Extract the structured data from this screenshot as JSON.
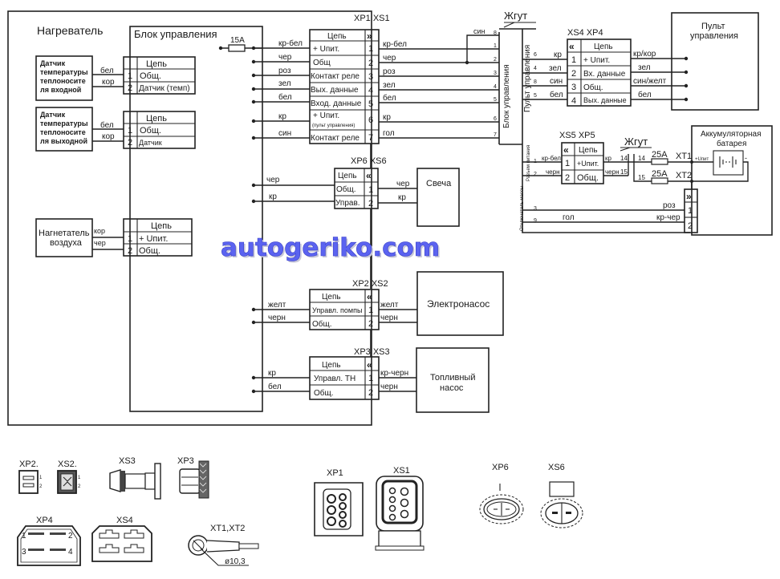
{
  "heater": {
    "title": "Нагреватель",
    "control_block_title": "Блок управления",
    "fuse_main": "15A",
    "sensor_in": {
      "label": [
        "Датчик",
        "температуры",
        "теплоносите",
        "ля входной"
      ],
      "wires": [
        "бел",
        "кор"
      ],
      "header": "Цепь",
      "rows": [
        {
          "pin": "1",
          "name": "Общ."
        },
        {
          "pin": "2",
          "name": "Датчик (темп)"
        }
      ]
    },
    "sensor_out": {
      "label": [
        "Датчик",
        "температуры",
        "теплоносите",
        "ля выходной"
      ],
      "wires": [
        "бел",
        "кор"
      ],
      "header": "Цепь",
      "rows": [
        {
          "pin": "1",
          "name": "Общ."
        },
        {
          "pin": "2",
          "name": "Датчик"
        }
      ]
    },
    "blower": {
      "label": [
        "Нагнетатель",
        "воздуха"
      ],
      "wires": [
        "кор",
        "чер"
      ],
      "header": "Цепь",
      "rows": [
        {
          "pin": "1",
          "name": "+ Uпит."
        },
        {
          "pin": "2",
          "name": "Общ."
        }
      ]
    }
  },
  "xp1_xs1": {
    "label": "XP1  XS1",
    "header": "Цепь",
    "rows": [
      {
        "pin": "1",
        "name": "+ Uпит.",
        "sub": "",
        "left_wire": "кр-бел",
        "right_wire": "кр-бел"
      },
      {
        "pin": "2",
        "name": "Общ",
        "sub": "",
        "left_wire": "чер",
        "right_wire": "чер"
      },
      {
        "pin": "3",
        "name": "Контакт реле",
        "sub": "",
        "left_wire": "роз",
        "right_wire": "роз"
      },
      {
        "pin": "4",
        "name": "Вых. данные",
        "sub": "",
        "left_wire": "зел",
        "right_wire": "зел"
      },
      {
        "pin": "5",
        "name": "Вход. данные",
        "sub": "",
        "left_wire": "бел",
        "right_wire": "бел"
      },
      {
        "pin": "6",
        "name": "+ Uпит.",
        "sub": "(пульт управления)",
        "left_wire": "кр",
        "right_wire": "кр"
      },
      {
        "pin": "7",
        "name": "Контакт реле",
        "sub": "",
        "left_wire": "син",
        "right_wire": "гол"
      }
    ]
  },
  "harness": {
    "title": "Жгут",
    "block_label": "Блок управления",
    "panel_label": "Пульт управления",
    "power_label": "Разъем питания",
    "relay_label": "Отключатель массы",
    "left_pins": [
      "8",
      "1",
      "2",
      "3",
      "4",
      "5",
      "6",
      "7"
    ],
    "wire_8": "син",
    "right_pins_panel": [
      "6",
      "4",
      "8",
      "5"
    ],
    "right_pins_power": [
      "1",
      "2"
    ],
    "right_pins_relay": [
      "3",
      "9"
    ]
  },
  "xs4_xp4": {
    "label": "XS4  XP4",
    "header": "Цепь",
    "rows": [
      {
        "pin": "1",
        "name": "+ Uпит.",
        "left_wire": "кр",
        "right_wire": "кр/кор"
      },
      {
        "pin": "2",
        "name": "Вх. данные",
        "left_wire": "зел",
        "right_wire": "зел"
      },
      {
        "pin": "3",
        "name": "Общ.",
        "left_wire": "син",
        "right_wire": "син/желт"
      },
      {
        "pin": "4",
        "name": "Вых. данные",
        "left_wire": "бел",
        "right_wire": "бел"
      }
    ]
  },
  "control_panel": {
    "title": [
      "Пульт",
      "управления"
    ]
  },
  "xs5_xp5": {
    "label": "XS5  XP5",
    "header": "Цепь",
    "rows": [
      {
        "pin": "1",
        "name": "+Uпит.",
        "left_wire": "кр-бел",
        "right_wire": "кр",
        "right_num": "14"
      },
      {
        "pin": "2",
        "name": "Общ.",
        "left_wire": "черн",
        "right_wire": "черн",
        "right_num": "15"
      }
    ]
  },
  "battery_harness": {
    "title": "Жгут",
    "nums": [
      "14",
      "15"
    ],
    "fuses": [
      "25A",
      "25A"
    ],
    "terminals": [
      "XT1",
      "XT2"
    ]
  },
  "battery": {
    "title": [
      "Аккумуляторная",
      "батарея"
    ],
    "plus_label": "+Uпит",
    "minus_label": "-"
  },
  "relay_connector": {
    "rows": [
      {
        "pin": "1",
        "wire": "роз",
        "num": "3"
      },
      {
        "pin": "2",
        "wire": "кр-чер",
        "num": "9",
        "left_wire": "гол"
      }
    ]
  },
  "xp6_xs6": {
    "label": "XP6  XS6",
    "header": "Цепь",
    "rows": [
      {
        "pin": "1",
        "name": "Общ.",
        "left_wire": "чер",
        "right_wire": "чер"
      },
      {
        "pin": "2",
        "name": "Управ.",
        "left_wire": "кр",
        "right_wire": "кр"
      }
    ],
    "device": "Свеча"
  },
  "xp2_xs2": {
    "label": "XP2  XS2",
    "header": "Цепь",
    "rows": [
      {
        "pin": "1",
        "name": "Управл. помпы",
        "left_wire": "желт",
        "right_wire": "желт"
      },
      {
        "pin": "2",
        "name": "Общ.",
        "left_wire": "черн",
        "right_wire": "черн"
      }
    ],
    "device": "Электронасос"
  },
  "xp3_xs3": {
    "label": "XP3  XS3",
    "header": "Цепь",
    "rows": [
      {
        "pin": "1",
        "name": "Управл. ТН",
        "left_wire": "кр",
        "right_wire": "кр-черн"
      },
      {
        "pin": "2",
        "name": "Общ.",
        "left_wire": "бел",
        "right_wire": "черн"
      }
    ],
    "device": [
      "Топливный",
      "насос"
    ]
  },
  "watermark": "autogeriko.com",
  "connector_views": {
    "xp2": "XP2.",
    "xs2": "XS2.",
    "xs3": "XS3",
    "xp3": "XP3",
    "xp4": "XP4",
    "xs4": "XS4",
    "xt": "XT1,XT2",
    "xt_dim": "ø10,3",
    "xp1": "XP1",
    "xs1": "XS1",
    "xp6": "XP6",
    "xs6": "XS6",
    "pins12": [
      "1",
      "2"
    ],
    "pins1234": [
      "1",
      "2",
      "3",
      "4"
    ]
  }
}
